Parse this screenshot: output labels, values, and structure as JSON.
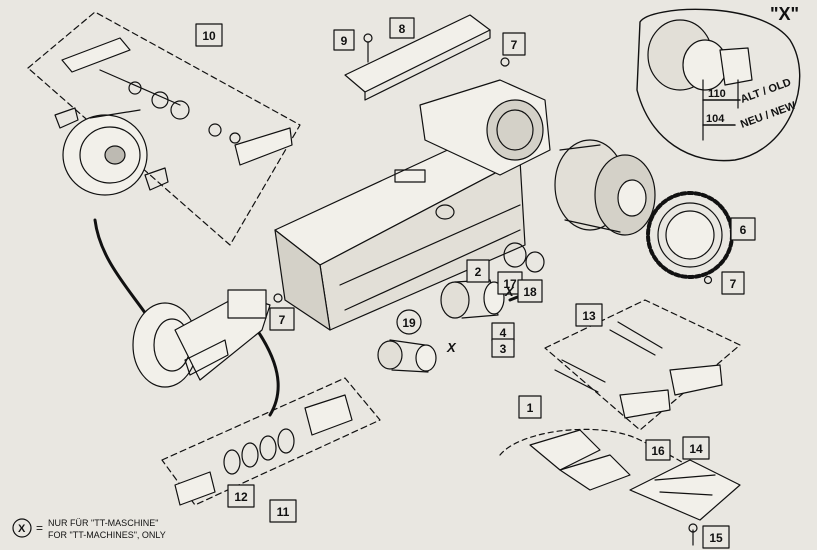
{
  "title": "\"X\"",
  "callouts": {
    "c1": "1",
    "c2": "2",
    "c3": "3",
    "c4": "4",
    "c6": "6",
    "c7a": "7",
    "c7b": "7",
    "c7c": "7",
    "c8": "8",
    "c9": "9",
    "c10": "10",
    "c11": "11",
    "c12": "12",
    "c13": "13",
    "c14": "14",
    "c15": "15",
    "c16": "16",
    "c17": "17",
    "c18": "18",
    "c19": "19"
  },
  "x_marks": {
    "x1": "X",
    "x2": "X"
  },
  "detail": {
    "dim_old": "110",
    "dim_new": "104",
    "label_old": "ALT / OLD",
    "label_new": "NEU / NEW"
  },
  "legend": {
    "symbol": "X",
    "equals": "=",
    "line1": "NUR FÜR \"TT-MASCHINE\"",
    "line2": "FOR \"TT-MACHINES\", ONLY"
  },
  "colors": {
    "ink": "#111111",
    "paper": "#e9e7e1",
    "shade": "#bdbab2"
  }
}
